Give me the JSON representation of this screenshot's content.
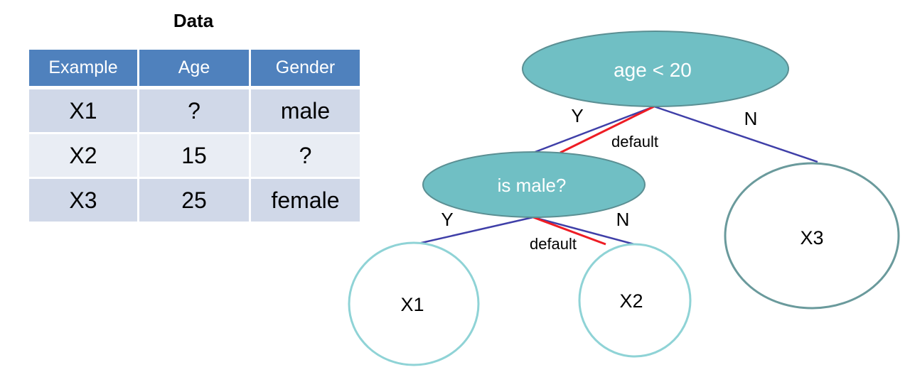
{
  "title": "Data",
  "table": {
    "headers": [
      "Example",
      "Age",
      "Gender"
    ],
    "rows": [
      [
        "X1",
        "?",
        "male"
      ],
      [
        "X2",
        "15",
        "?"
      ],
      [
        "X3",
        "25",
        "female"
      ]
    ]
  },
  "tree": {
    "root": {
      "label": "age < 20",
      "yes_label": "Y",
      "no_label": "N",
      "default_label": "default"
    },
    "child": {
      "label": "is male?",
      "yes_label": "Y",
      "no_label": "N",
      "default_label": "default"
    },
    "leaves": {
      "x1": "X1",
      "x2": "X2",
      "x3": "X3"
    }
  },
  "colors": {
    "header_bg": "#4f81bd",
    "row_odd": "#d0d8e8",
    "row_even": "#e9edf4",
    "decision_fill": "#70bfc4",
    "edge": "#3f3fa8",
    "default_edge": "#ee1c24",
    "leaf_stroke_x1x2": "#8fd3d6",
    "leaf_stroke_x3": "#6a9a9c"
  }
}
